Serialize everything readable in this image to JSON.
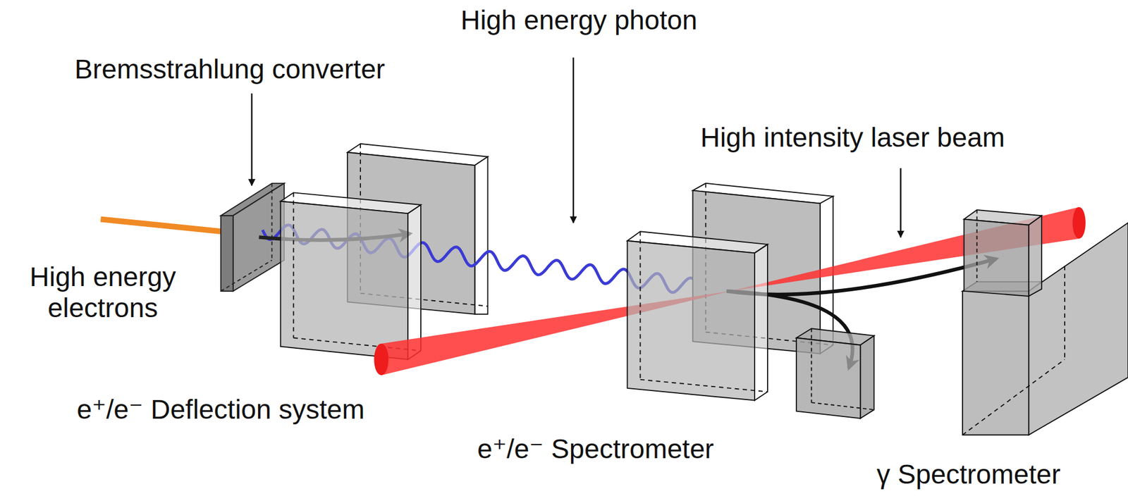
{
  "diagram": {
    "labels": [
      "High energy photon",
      "Bremsstrahlung converter",
      "High intensity laser beam",
      "High energy electrons",
      "e⁺/e⁻ Deflection system",
      "e⁺/e⁻ Spectrometer",
      "γ Spectrometer"
    ]
  }
}
